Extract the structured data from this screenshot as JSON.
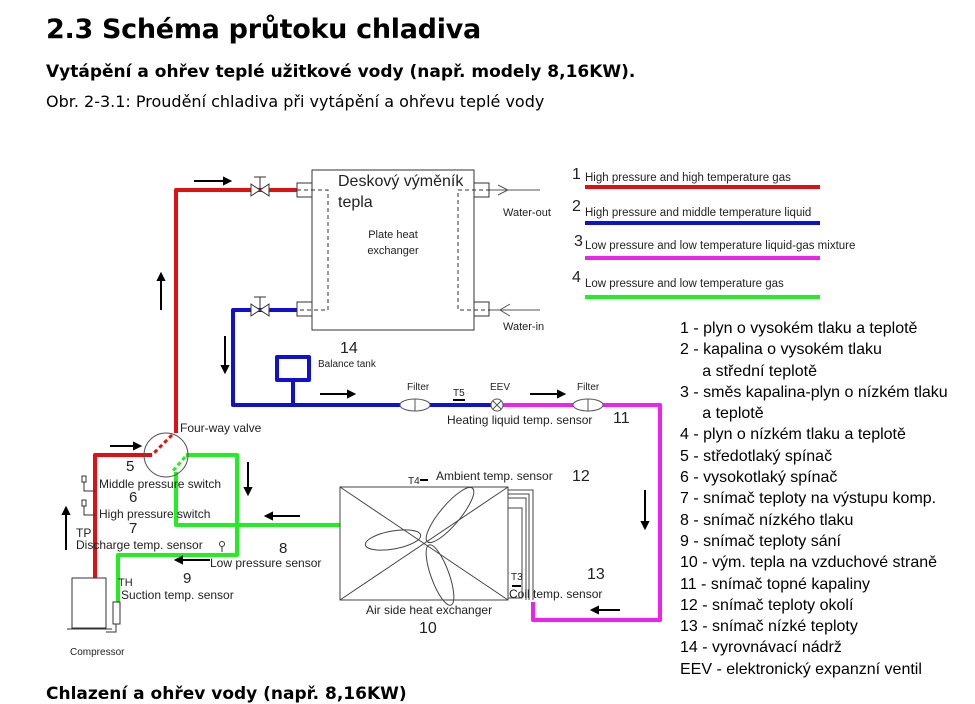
{
  "heading": "2.3 Schéma průtoku chladiva",
  "subheading": "Vytápění a ohřev teplé užitkové vody (např. modely 8,16KW).",
  "caption": "Obr. 2-3.1: Proudění chladiva při vytápění a ohřevu teplé vody",
  "next_heading": "Chlazení a ohřev vody (např. 8,16KW)",
  "colors": {
    "red": "#e01010",
    "blue": "#1010d0",
    "magenta": "#ee22ee",
    "green": "#22ee22"
  },
  "diagram": {
    "plate_hx_cz": [
      "Deskový výměník",
      "tepla"
    ],
    "plate_hx_en": [
      "Plate heat",
      "exchanger"
    ],
    "water_out": "Water-out",
    "water_in": "Water-in",
    "balance_tank_num": "14",
    "balance_tank": "Balance tank",
    "filter1": "Filter",
    "t5": "T5",
    "eev": "EEV",
    "filter2": "Filter",
    "heating_sensor": "Heating liquid temp. sensor",
    "heating_sensor_num": "11",
    "four_way": "Four-way valve",
    "n5": "5",
    "middle_switch": "Middle pressure switch",
    "n6": "6",
    "high_switch": "High pressure switch",
    "n7": "7",
    "tp": "TP",
    "discharge": "Discharge temp. sensor",
    "n8": "8",
    "low_sensor": "Low pressure sensor",
    "n9": "9",
    "th": "TH",
    "suction": "Suction temp. sensor",
    "compressor": "Compressor",
    "t4": "T4",
    "ambient": "Ambient temp. sensor",
    "n12": "12",
    "t3": "T3",
    "coil": "Coil temp. sensor",
    "n13": "13",
    "air_hx": "Air side heat exchanger",
    "n10": "10"
  },
  "legend": [
    {
      "num": "1",
      "label": "High pressure and high temperature gas",
      "color": "#e01010"
    },
    {
      "num": "2",
      "label": "High pressure and middle temperature liquid",
      "color": "#1010d0"
    },
    {
      "num": "3",
      "label": "Low pressure and low temperature liquid-gas mixture",
      "color": "#ee22ee"
    },
    {
      "num": "4",
      "label": "Low pressure and low temperature gas",
      "color": "#22ee22"
    }
  ],
  "list": [
    "1 - plyn o vysokém tlaku a teplotě",
    "2 - kapalina o vysokém tlaku",
    "     a střední teplotě",
    "3 - směs kapalina-plyn o nízkém tlaku",
    "     a teplotě",
    "4 - plyn o nízkém tlaku a teplotě",
    "5 - středotlaký spínač",
    "6 - vysokotlaký spínač",
    "7 - snímač teploty na výstupu komp.",
    "8 - snímač nízkého tlaku",
    "9 - snímač teploty sání",
    "10 - vým. tepla na vzduchové straně",
    "11 - snímač topné kapaliny",
    "12 - snímač teploty okolí",
    "13 - snímač nízké teploty",
    "14 - vyrovnávací nádrž",
    "EEV - elektronický expanzní ventil"
  ]
}
